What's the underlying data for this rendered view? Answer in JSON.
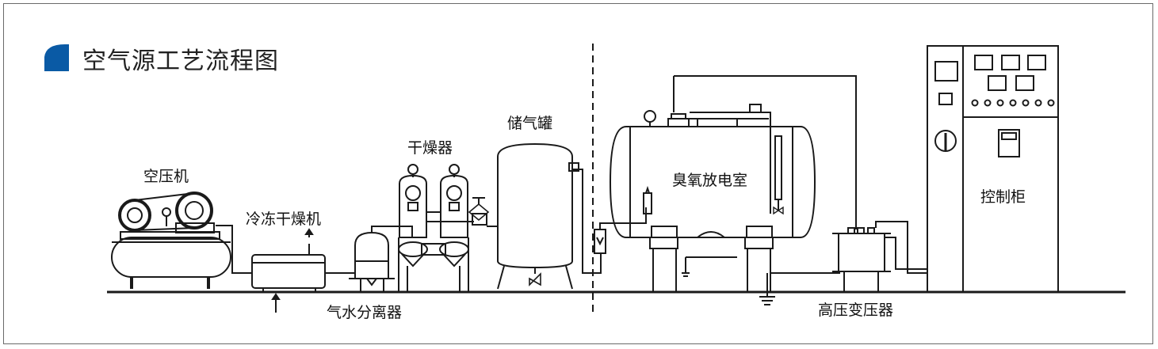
{
  "title": "空气源工艺流程图",
  "colors": {
    "accent": "#0a5aa5",
    "line": "#1a1a1a"
  },
  "labels": {
    "air_compressor": "空压机",
    "refrigerated_dryer": "冷冻干燥机",
    "dryer": "干燥器",
    "air_tank": "储气罐",
    "ozone_chamber": "臭氧放电室",
    "control_cabinet": "控制柜",
    "separator": "气水分离器",
    "transformer": "高压变压器"
  }
}
